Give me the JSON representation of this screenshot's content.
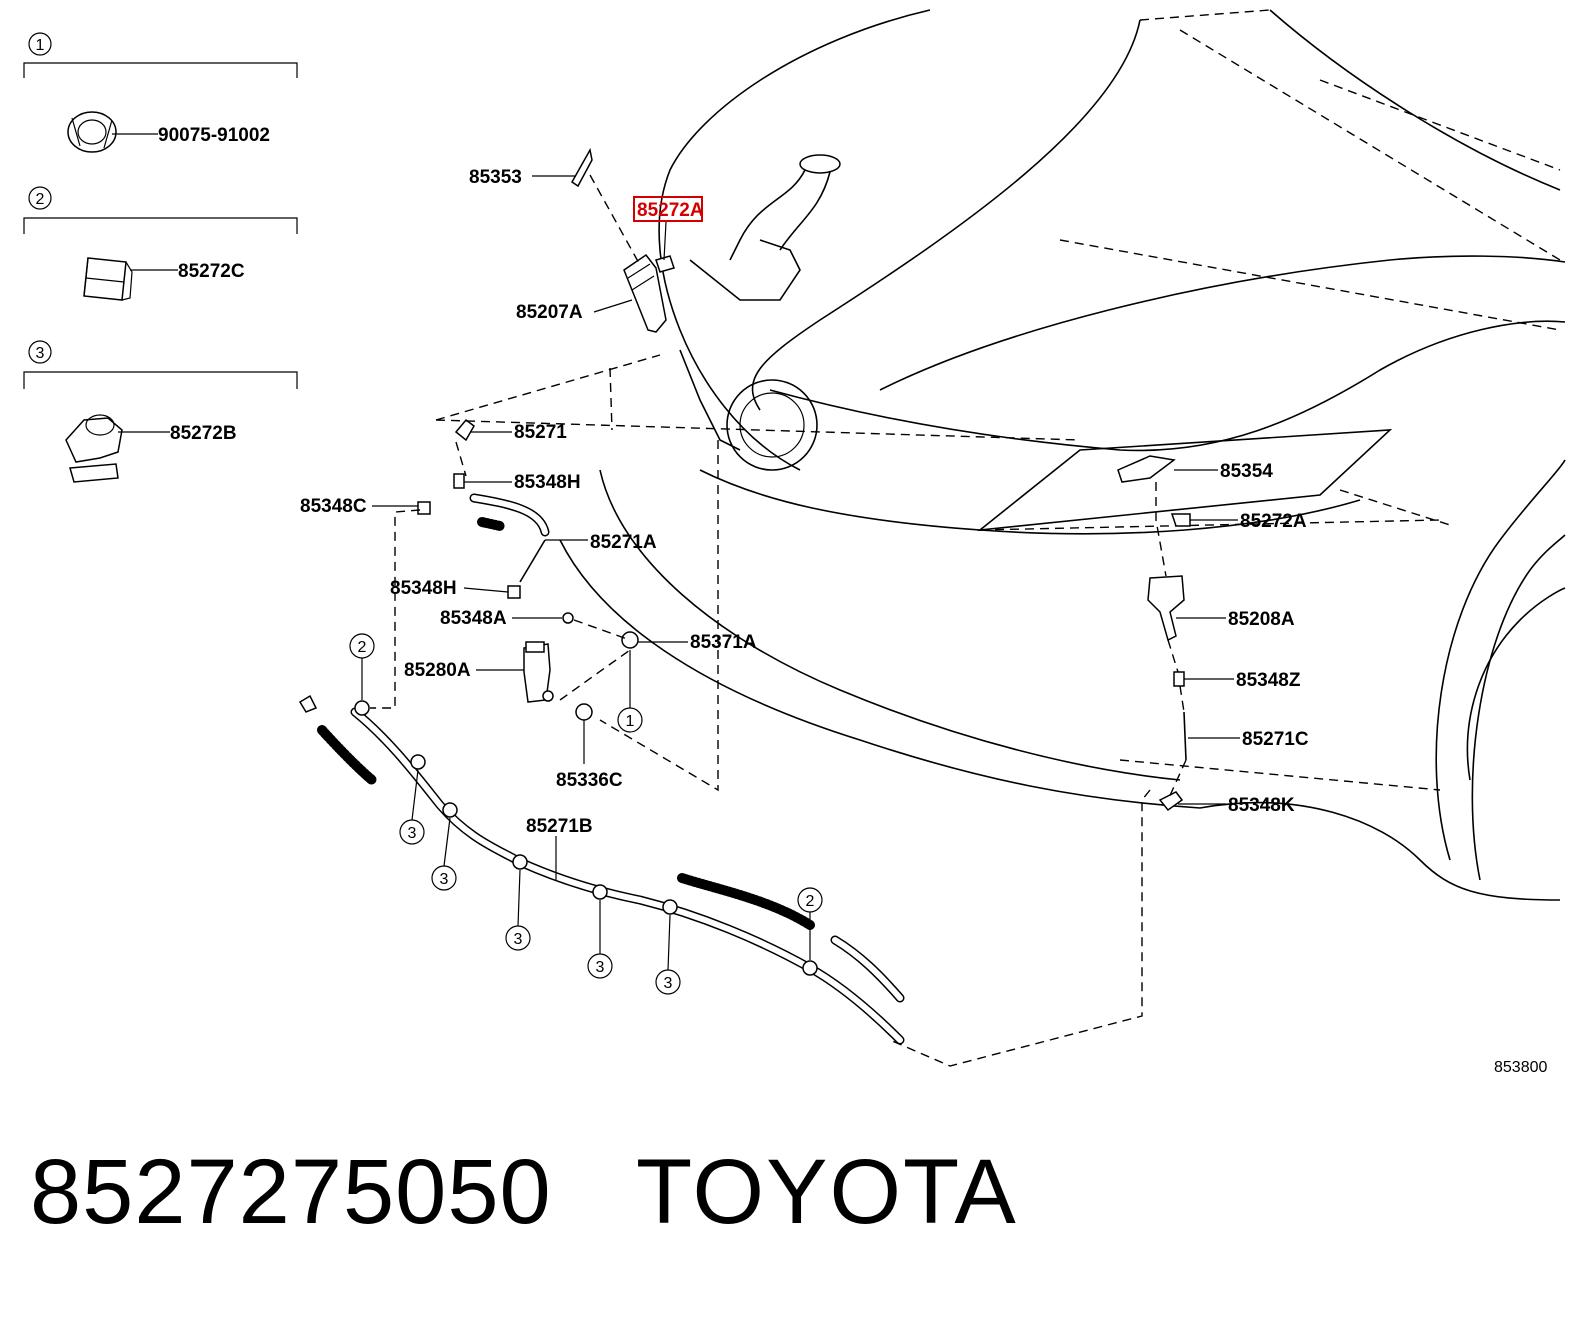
{
  "diagram": {
    "ref_code": "853800",
    "highlighted_part": "85272A",
    "highlight_color": "#d40000"
  },
  "legend": [
    {
      "num": "1",
      "part": "90075-91002"
    },
    {
      "num": "2",
      "part": "85272C"
    },
    {
      "num": "3",
      "part": "85272B"
    }
  ],
  "labels": {
    "l85353": "85353",
    "l85272A_top": "85272A",
    "l85207A": "85207A",
    "l85271": "85271",
    "l85348H_a": "85348H",
    "l85348C": "85348C",
    "l85271A": "85271A",
    "l85348H_b": "85348H",
    "l85348A": "85348A",
    "l85371A": "85371A",
    "l85280A": "85280A",
    "l85336C": "85336C",
    "l85271B": "85271B",
    "l85354": "85354",
    "l85272A_right": "85272A",
    "l85208A": "85208A",
    "l85348Z": "85348Z",
    "l85271C": "85271C",
    "l85348K": "85348K"
  },
  "callouts": {
    "c1": "1",
    "c2": "2",
    "c3": "3"
  },
  "footer": {
    "part_number": "8527275050",
    "brand": "TOYOTA"
  }
}
